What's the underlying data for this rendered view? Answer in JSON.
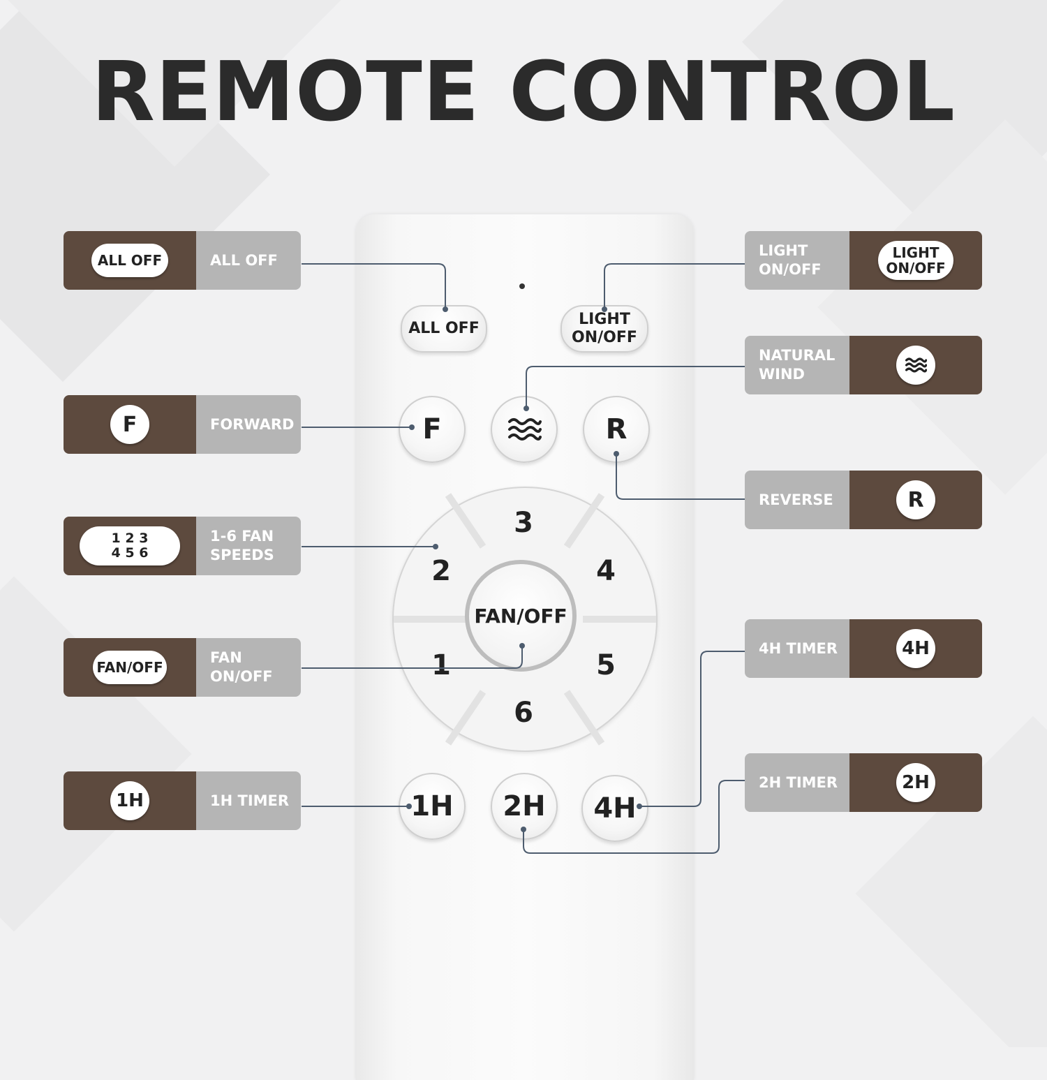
{
  "title": "REMOTE CONTROL",
  "remote": {
    "top_buttons": {
      "all_off": "ALL OFF",
      "light_1": "LIGHT",
      "light_2": "ON/OFF"
    },
    "forward": "F",
    "reverse": "R",
    "natural_wind_icon": "wind-waves-icon",
    "dial_numbers": [
      "1",
      "2",
      "3",
      "4",
      "5",
      "6"
    ],
    "fan_off": "FAN/OFF",
    "timers": [
      "1H",
      "2H",
      "4H"
    ]
  },
  "left_labels": [
    {
      "chip": "ALL OFF",
      "text": "ALL OFF"
    },
    {
      "chip": "F",
      "text": "FORWARD"
    },
    {
      "chip_line1": "1 2 3",
      "chip_line2": "4 5 6",
      "text_line1": "1-6 FAN",
      "text_line2": "SPEEDS"
    },
    {
      "chip": "FAN/OFF",
      "text_line1": "FAN",
      "text_line2": "ON/OFF"
    },
    {
      "chip": "1H",
      "text": "1H TIMER"
    }
  ],
  "right_labels": [
    {
      "text_line1": "LIGHT",
      "text_line2": "ON/OFF",
      "chip_line1": "LIGHT",
      "chip_line2": "ON/OFF"
    },
    {
      "text_line1": "NATURAL",
      "text_line2": "WIND",
      "icon": "wind-waves-icon"
    },
    {
      "text": "REVERSE",
      "chip": "R"
    },
    {
      "text": "4H TIMER",
      "chip": "4H"
    },
    {
      "text": "2H TIMER",
      "chip": "2H"
    }
  ],
  "colors": {
    "label_dark": "#5d4a3e",
    "label_light": "#b5b5b5",
    "line": "#4d5c6e"
  }
}
